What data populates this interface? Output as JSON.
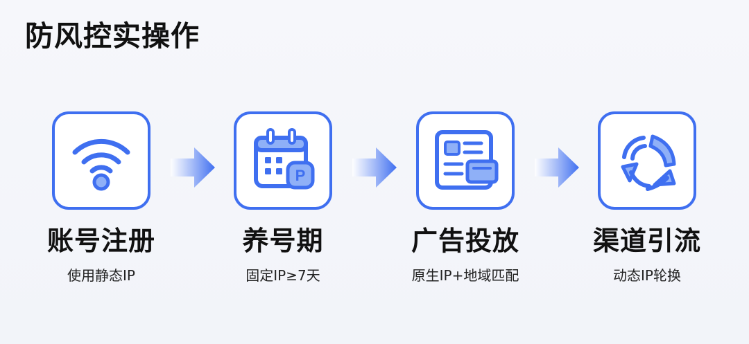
{
  "title": "防风控实操作",
  "colors": {
    "accent": "#3f6ff0",
    "accent_light": "#8fb0f7"
  },
  "steps": [
    {
      "icon": "wifi-icon",
      "title": "账号注册",
      "subtitle": "使用静态IP"
    },
    {
      "icon": "calendar-parking-icon",
      "title": "养号期",
      "subtitle": "固定IP≥7天"
    },
    {
      "icon": "ad-board-icon",
      "title": "广告投放",
      "subtitle": "原生IP+地域匹配"
    },
    {
      "icon": "rotation-icon",
      "title": "渠道引流",
      "subtitle": "动态IP轮换"
    }
  ],
  "parking_letter": "P"
}
